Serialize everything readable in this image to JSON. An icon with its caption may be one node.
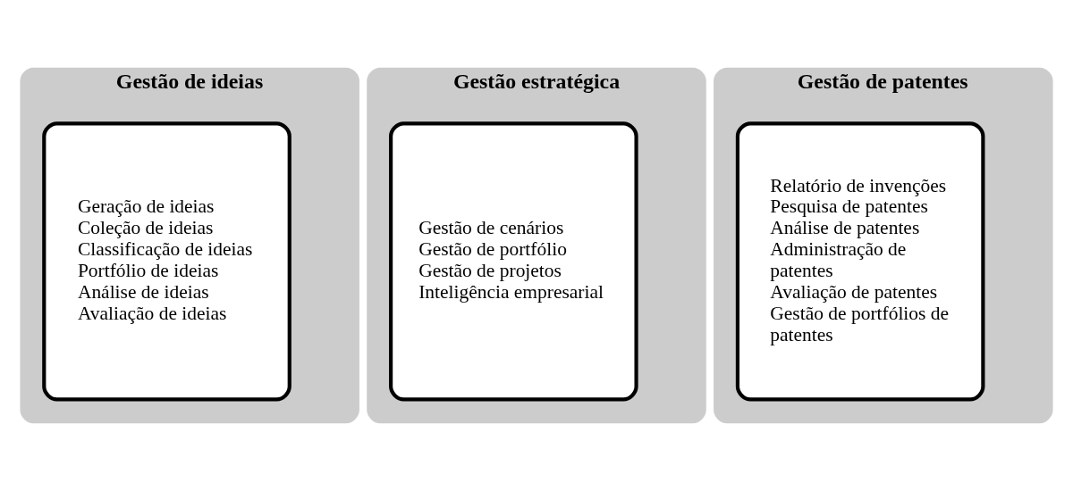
{
  "diagram": {
    "nodes": [
      {
        "text": [
          "Gestão de ideias"
        ]
      },
      {
        "text": [
          "Geração de ideias",
          "Coleção de ideias",
          "Classificação de ideias",
          "Portfólio de ideias",
          "Análise de ideias",
          "Avaliação de ideias"
        ],
        "in": 0
      },
      {
        "text": [
          "Gestão estratégica"
        ]
      },
      {
        "text": [
          "Gestão de cenários",
          "Gestão de portfólio",
          "Gestão de projetos",
          "Inteligência empresarial"
        ],
        "in": 2
      },
      {
        "text": [
          "Gestão de patentes"
        ]
      },
      {
        "text": [
          "Relatório de invenções",
          "Pesquisa de patentes",
          "Análise de patentes",
          "Administração de patentes",
          "Avaliação de patentes",
          "Gestão de portfólios de patentes"
        ],
        "in": 4
      }
    ],
    "edges": []
  }
}
